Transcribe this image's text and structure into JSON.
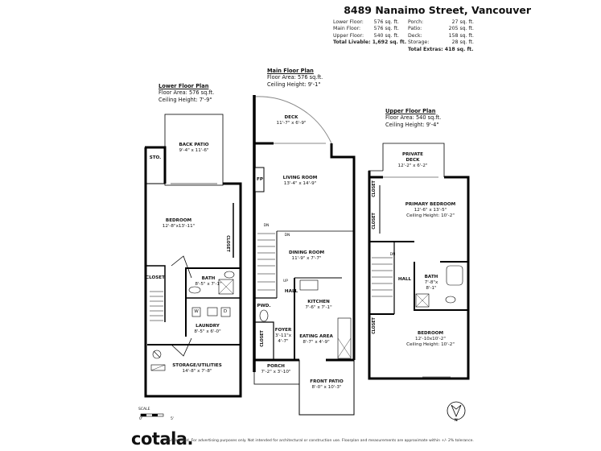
{
  "header": {
    "address": "8489 Nanaimo Street, Vancouver",
    "areas": [
      {
        "label": "Lower Floor:",
        "value": "576 sq. ft."
      },
      {
        "label": "Main Floor:",
        "value": "576 sq. ft."
      },
      {
        "label": "Upper Floor:",
        "value": "540 sq. ft."
      }
    ],
    "extras": [
      {
        "label": "Porch:",
        "value": "27 sq. ft."
      },
      {
        "label": "Patio:",
        "value": "205 sq. ft."
      },
      {
        "label": "Deck:",
        "value": "158 sq. ft."
      },
      {
        "label": "Storage:",
        "value": "28 sq. ft."
      }
    ],
    "total_livable": "Total Livable: 1,692 sq. ft.",
    "total_extras": "Total Extras: 418 sq. ft."
  },
  "floors": {
    "lower": {
      "title": "Lower Floor Plan",
      "area": "Floor Area: 576 sq.ft.",
      "ceiling": "Ceiling Height: 7'-9\""
    },
    "main": {
      "title": "Main Floor Plan",
      "area": "Floor Area: 576 sq.ft.",
      "ceiling": "Ceiling Height: 9'-1\""
    },
    "upper": {
      "title": "Upper Floor Plan",
      "area": "Floor Area: 540 sq.ft.",
      "ceiling": "Ceiling Height: 9'-4\""
    }
  },
  "rooms": {
    "back_patio": {
      "name": "BACK PATIO",
      "size": "9'-4\" x 11'-6\""
    },
    "sto": {
      "name": "STO."
    },
    "lower_bedroom": {
      "name": "BEDROOM",
      "size": "12'-8\"x13'-11\""
    },
    "lower_closet_right": {
      "name": "CLOSET"
    },
    "lower_closet_left": {
      "name": "CLOSET"
    },
    "lower_bath": {
      "name": "BATH",
      "size": "8'-5\" x 7'-1\""
    },
    "laundry": {
      "name": "LAUNDRY",
      "size": "8'-5\" x 6'-0\""
    },
    "washer": "W",
    "dryer": "D",
    "storage": {
      "name": "STORAGE/UTILITIES",
      "size": "14'-8\" x 7'-8\""
    },
    "deck": {
      "name": "DECK",
      "size": "11'-7\" x 6'-9\""
    },
    "fp": "FP",
    "living": {
      "name": "LIVING ROOM",
      "size": "13'-4\" x 14'-9\""
    },
    "dining": {
      "name": "DINING ROOM",
      "size": "11'-9\" x 7'-7\""
    },
    "main_hall": {
      "name": "HALL"
    },
    "kitchen": {
      "name": "KITCHEN",
      "size": "7'-6\" x 7'-1\""
    },
    "pwd": {
      "name": "PWD."
    },
    "foyer": {
      "name": "FOYER",
      "size1": "3'-11\"x",
      "size2": "4'-7\""
    },
    "main_closet": {
      "name": "CLOSET"
    },
    "eating": {
      "name": "EATING AREA",
      "size": "8'-7\" x 4'-9\""
    },
    "porch": {
      "name": "PORCH",
      "size": "7'-2\" x 3'-10\""
    },
    "front_patio": {
      "name": "FRONT PATIO",
      "size": "8'-0\" x 10'-3\""
    },
    "private_deck": {
      "name1": "PRIVATE",
      "name2": "DECK",
      "size": "12'-2\" x 6'-2\""
    },
    "primary_bedroom": {
      "name": "PRIMARY BEDROOM",
      "size": "12'-6\" x 13'-5\"",
      "ceiling": "Ceiling Height: 10'-2\""
    },
    "upper_closet_1": {
      "name": "CLOSET"
    },
    "upper_closet_2": {
      "name": "CLOSET"
    },
    "upper_closet_3": {
      "name": "CLOSET"
    },
    "upper_hall": {
      "name": "HALL"
    },
    "upper_bath": {
      "name": "BATH",
      "size1": "7'-8\"x",
      "size2": "8'-1\""
    },
    "upper_bedroom": {
      "name": "BEDROOM",
      "size": "12'-10x10'-2\"",
      "ceiling": "Ceiling Height: 10'-2\""
    }
  },
  "stairs": {
    "dn": "DN",
    "up": "UP"
  },
  "scale": {
    "label": "SCALE",
    "min": "0'",
    "max": "5'"
  },
  "north": "N",
  "footer": {
    "logo": "cotala.",
    "disclaimer": "E&O Insured. For advertising purposes only. Not intended for architectural or construction use. Floorplan and measurements are approximate within +/- 2% tolerance."
  }
}
